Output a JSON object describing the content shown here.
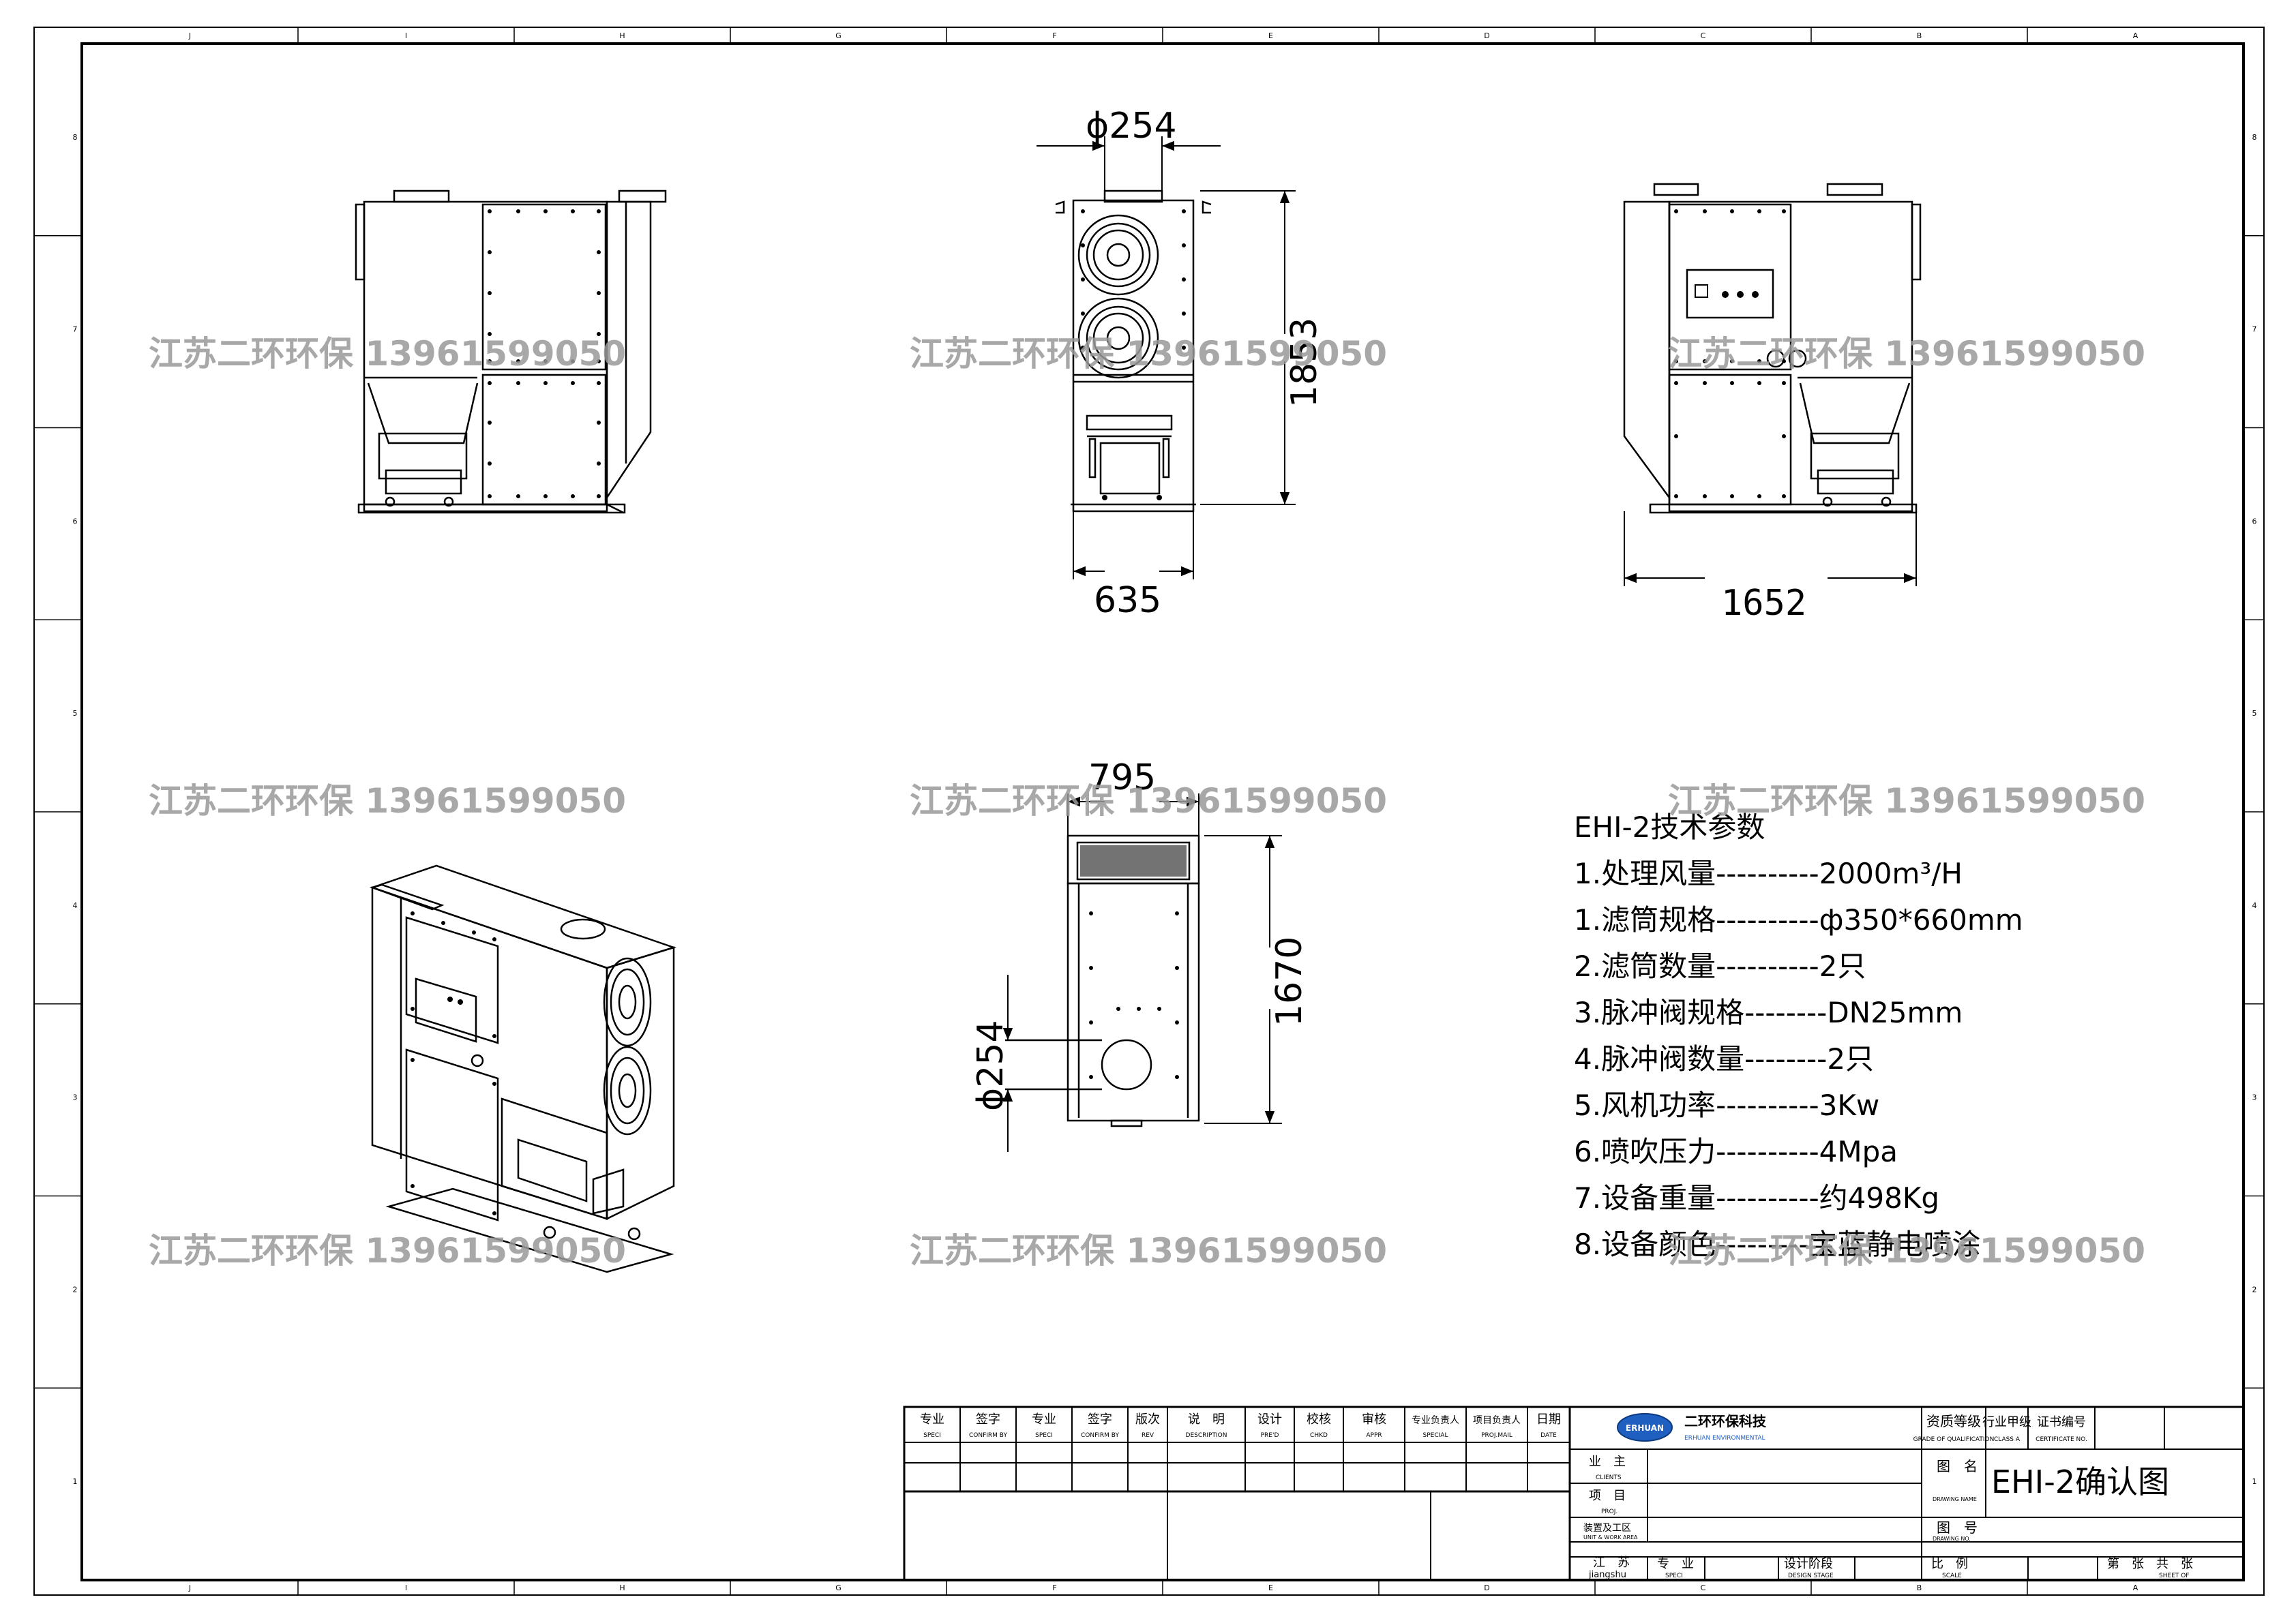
{
  "watermark": "江苏二环环保 13961599050",
  "dimensions": {
    "front_top_diameter": "ϕ254",
    "front_height": "1853",
    "front_width": "635",
    "side_width": "1652",
    "top_view_width": "795",
    "top_view_length": "1670",
    "top_view_diameter": "ϕ254"
  },
  "params": {
    "title": "EHI-2技术参数",
    "lines": [
      "1.处理风量----------2000m³/H",
      "1.滤筒规格----------ф350*660mm",
      "2.滤筒数量----------2只",
      "3.脉冲阀规格--------DN25mm",
      "4.脉冲阀数量--------2只",
      "5.风机功率----------3Kw",
      "6.喷吹压力----------4Mpa",
      "7.设备重量----------约498Kg",
      "8.设备颜色---------宝蓝静电喷涂"
    ]
  },
  "frame_refs": {
    "top": [
      "J",
      "I",
      "H",
      "G",
      "F",
      "E",
      "D",
      "C",
      "B",
      "A"
    ],
    "bottom": [
      "J",
      "I",
      "H",
      "G",
      "F",
      "E",
      "D",
      "C",
      "B",
      "A"
    ],
    "left": [
      "8",
      "7",
      "6",
      "5",
      "4",
      "3",
      "2",
      "1"
    ],
    "right": [
      "8",
      "7",
      "6",
      "5",
      "4",
      "3",
      "2",
      "1"
    ]
  },
  "title_block": {
    "headers": [
      {
        "cn": "专业",
        "en": "SPECI"
      },
      {
        "cn": "签字",
        "en": "CONFIRM BY"
      },
      {
        "cn": "专业",
        "en": "SPECI"
      },
      {
        "cn": "签字",
        "en": "CONFIRM BY"
      },
      {
        "cn": "版次",
        "en": "REV"
      },
      {
        "cn": "说　明",
        "en": "DESCRIPTION"
      },
      {
        "cn": "设计",
        "en": "PRE'D"
      },
      {
        "cn": "校核",
        "en": "CHKD"
      },
      {
        "cn": "审核",
        "en": "APPR"
      },
      {
        "cn": "专业负责人",
        "en": "SPECIAL"
      },
      {
        "cn": "项目负责人",
        "en": "PROJ.MAIL"
      },
      {
        "cn": "日期",
        "en": "DATE"
      }
    ],
    "company_cn": "二环环保科技",
    "company_en": "ERHUAN ENVIRONMENTAL",
    "logo_text": "ERHUAN",
    "qualification_cn": "资质等级",
    "qualification_en": "GRADE OF QUALIFICATION",
    "industry_cn": "行业甲级",
    "industry_en": "CLASS A",
    "cert_cn": "证书编号",
    "cert_en": "CERTIFICATE NO.",
    "client_cn": "业　主",
    "client_en": "CLIENTS",
    "project_cn": "项　目",
    "project_en": "PROJ.",
    "unit_cn": "装置及工区",
    "unit_en": "UNIT & WORK AREA",
    "drawing_name_cn": "图　名",
    "drawing_name_en": "DRAWING NAME",
    "drawing_name": "EHI-2确认图",
    "drawing_no_cn": "图　号",
    "drawing_no_en": "DRAWING NO.",
    "province_cn": "江　苏",
    "province_en": "jiangshu",
    "speci_cn": "专　业",
    "speci_en": "SPECI",
    "stage_cn": "设计阶段",
    "stage_en": "DESIGN STAGE",
    "scale_cn": "比　例",
    "scale_en": "SCALE",
    "sheet_cn": "第　张　共　张",
    "sheet_en": "SHEET OF"
  }
}
